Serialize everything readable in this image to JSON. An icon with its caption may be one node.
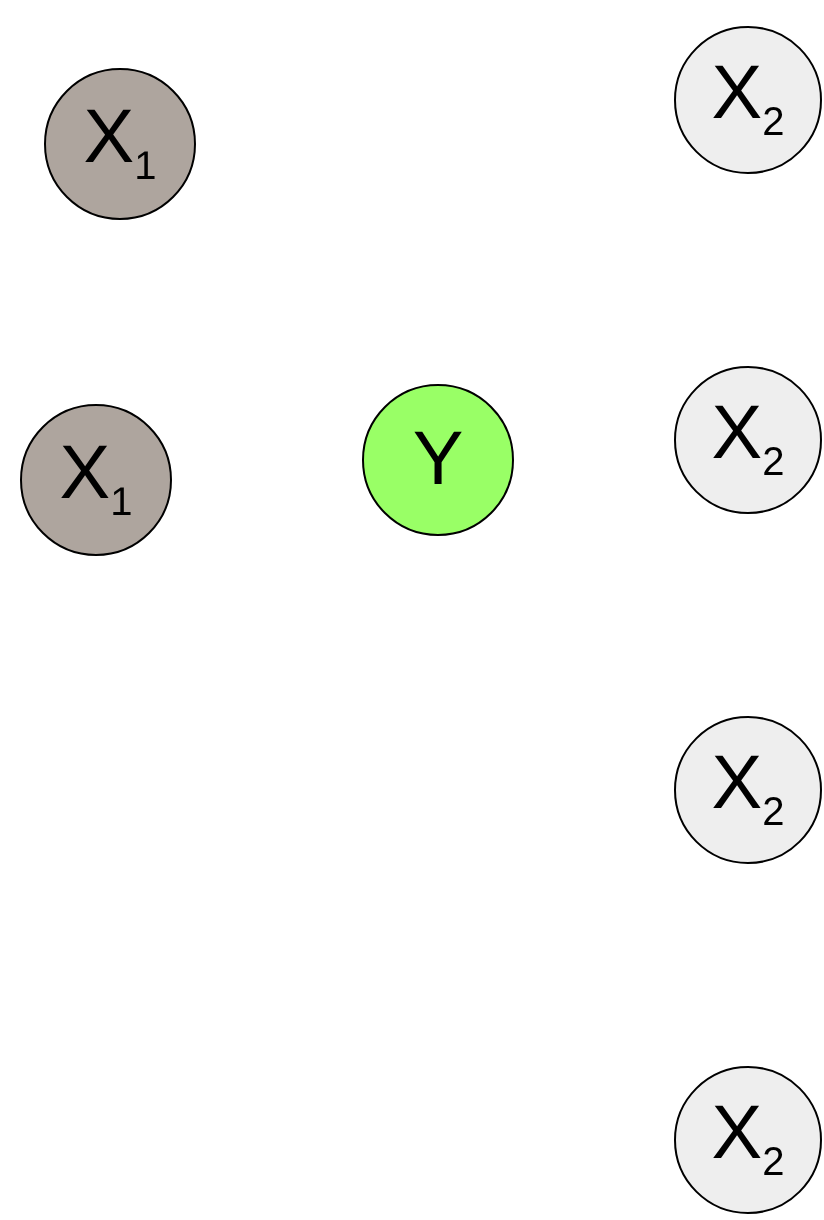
{
  "diagram": {
    "nodes": [
      {
        "text": [
          "X$_{1}$"
        ]
      },
      {
        "text": [
          "X$_{2}$"
        ]
      },
      {
        "text": [
          "X$_{1}$"
        ]
      },
      {
        "text": [
          "Y"
        ]
      },
      {
        "text": [
          "X$_{2}$"
        ]
      },
      {
        "text": [
          "X$_{2}$"
        ]
      },
      {
        "text": [
          "X$_{2}$"
        ]
      }
    ]
  }
}
